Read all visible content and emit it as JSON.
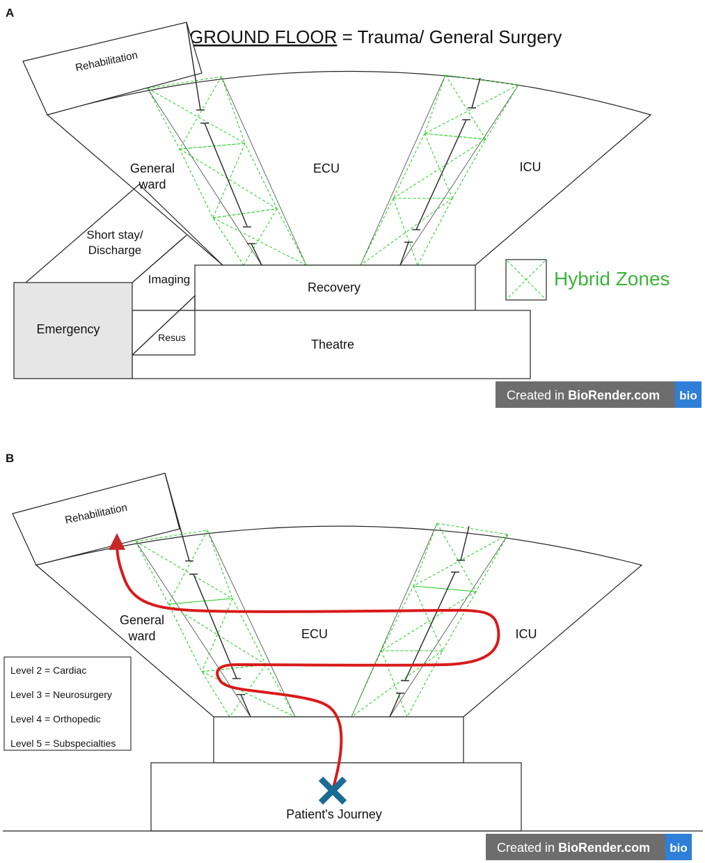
{
  "panelA": {
    "letter": "A",
    "title_underlined": "GROUND FLOOR",
    "title_rest": " = Trauma/ General Surgery",
    "rooms": {
      "rehabilitation": "Rehabilitation",
      "general_line1": "General",
      "general_line2": "ward",
      "ecu": "ECU",
      "icu": "ICU",
      "short_stay_line1": "Short stay/",
      "short_stay_line2": "Discharge",
      "imaging": "Imaging",
      "recovery": "Recovery",
      "emergency": "Emergency",
      "resus": "Resus",
      "theatre": "Theatre"
    },
    "legend": "Hybrid Zones",
    "badge_prefix": "Created in ",
    "badge_brand": "BioRender.com",
    "badge_logo": "bio"
  },
  "panelB": {
    "letter": "B",
    "rooms": {
      "rehabilitation": "Rehabilitation",
      "general_line1": "General",
      "general_line2": "ward",
      "ecu": "ECU",
      "icu": "ICU",
      "journey": "Patient's Journey"
    },
    "levels": [
      "Level 2 = Cardiac",
      "Level 3 = Neurosurgery",
      "Level 4 = Orthopedic",
      "Level 5 = Subspecialties"
    ],
    "badge_prefix": "Created in ",
    "badge_brand": "BioRender.com",
    "badge_logo": "bio"
  },
  "colors": {
    "hybrid": "#2fd12f",
    "legend_text": "#3cb43c",
    "journey_path": "#d91a1a",
    "journey_marker": "#1b6b94",
    "emergency_fill": "#e6e6e6",
    "badge_bg": "#6d6d6d",
    "badge_logo_bg": "#2f7fd8"
  }
}
